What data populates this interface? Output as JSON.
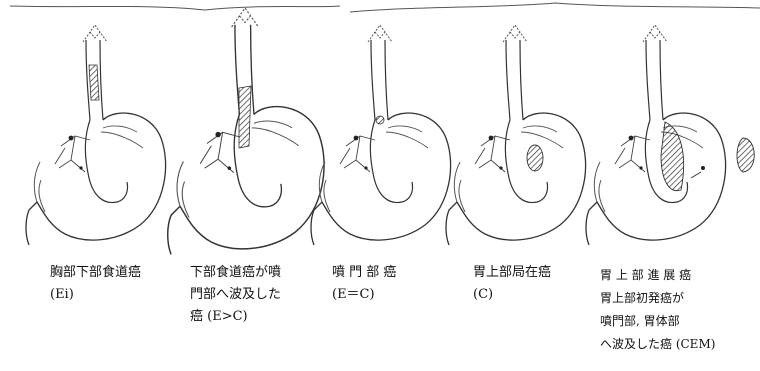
{
  "panels": [
    {
      "id": "Ei",
      "caption_lines": [
        "胸部下部食道癌",
        "(Ei)"
      ]
    },
    {
      "id": "E>C",
      "caption_lines": [
        "下部食道癌が噴",
        "門部へ波及した",
        "癌 (E>C)"
      ]
    },
    {
      "id": "E=C",
      "caption_lines": [
        "噴 門 部 癌",
        "(E＝C)"
      ]
    },
    {
      "id": "C",
      "caption_lines": [
        "胃上部局在癌",
        "(C)"
      ]
    },
    {
      "id": "CEM",
      "caption_lines": [
        "胃 上 部 進 展 癌",
        "胃上部初発癌が",
        "噴門部,  胃体部",
        "へ波及した癌   (CEM)"
      ]
    }
  ]
}
